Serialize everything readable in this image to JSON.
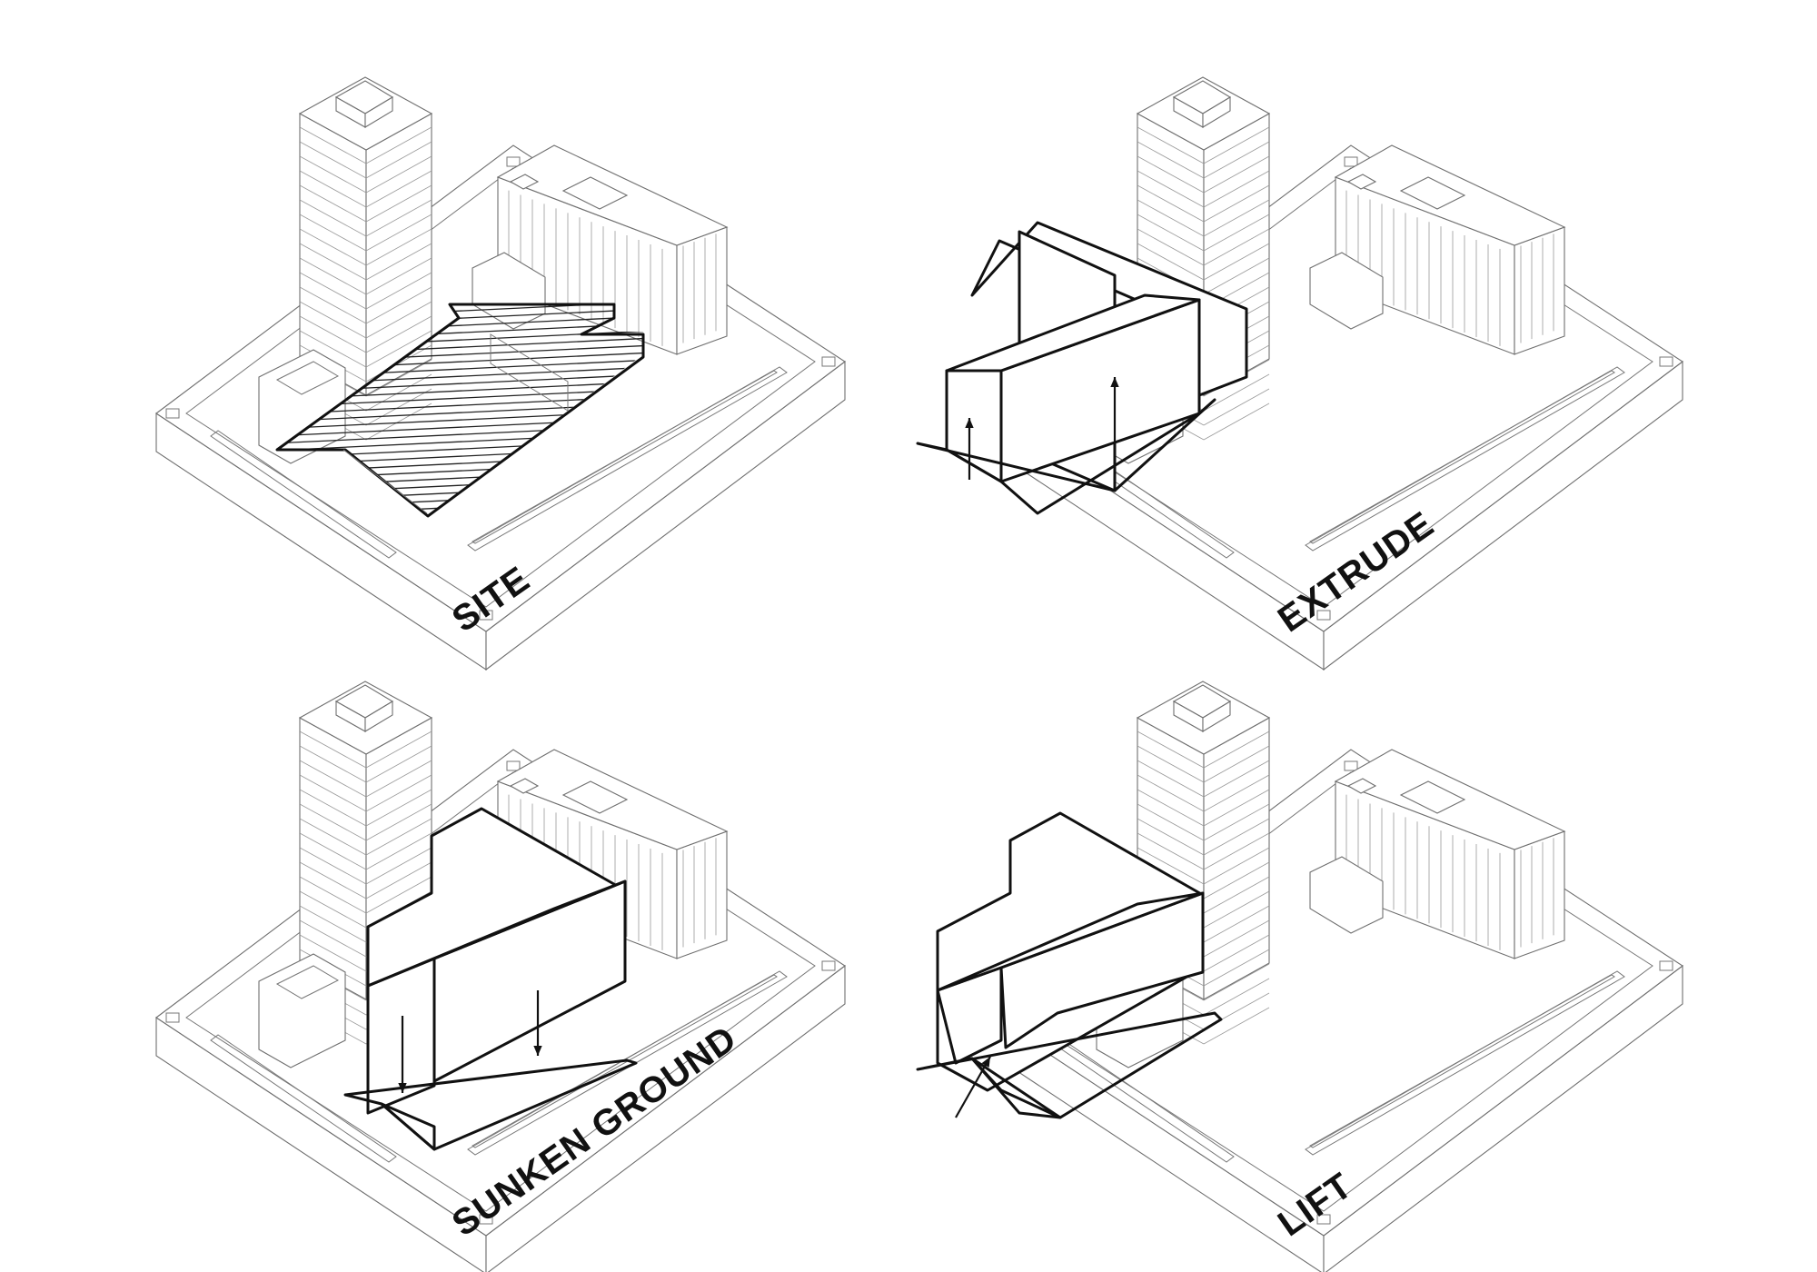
{
  "diagram": {
    "panels": [
      {
        "id": "site",
        "label": "SITE",
        "step": "site"
      },
      {
        "id": "extrude",
        "label": "EXTRUDE",
        "step": "extrude"
      },
      {
        "id": "sunken",
        "label": "SUNKEN GROUND",
        "step": "sunken"
      },
      {
        "id": "lift",
        "label": "LIFT",
        "step": "lift"
      }
    ],
    "colors": {
      "line": "#777777",
      "emphasis": "#111111",
      "background": "#ffffff"
    }
  }
}
